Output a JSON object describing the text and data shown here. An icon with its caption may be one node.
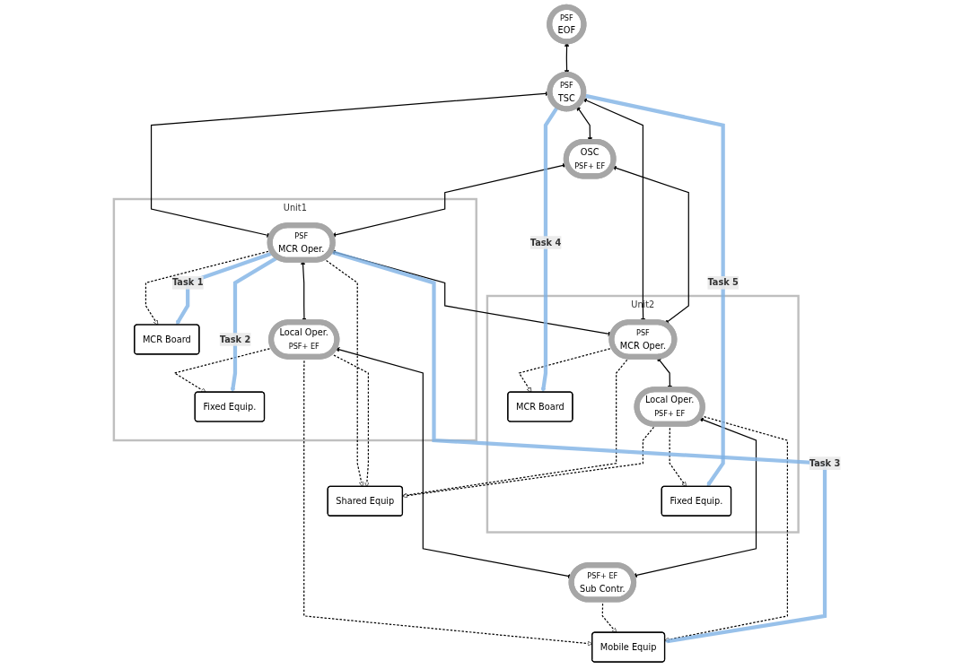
{
  "diagram": {
    "nodes": [
      {
        "text": [
          "PSF",
          "EOF"
        ]
      },
      {
        "text": [
          "PSF",
          "TSC"
        ]
      },
      {
        "text": [
          "Unit1"
        ]
      },
      {
        "text": [
          "PSF",
          "MCR Oper."
        ],
        "in": 2
      },
      {
        "text": [
          "MCR Board"
        ],
        "in": 2
      },
      {
        "text": [
          "Local Oper.",
          "PSF+ EF"
        ],
        "in": 2
      },
      {
        "text": [
          "Fixed Equip."
        ],
        "in": 2
      },
      {
        "text": [
          "OSC",
          "PSF+ EF"
        ]
      },
      {
        "text": [
          "Shared Equip"
        ]
      },
      {
        "text": [
          "Unit2"
        ]
      },
      {
        "text": [
          "PSF",
          "MCR Oper."
        ],
        "in": 9
      },
      {
        "text": [
          "MCR Board"
        ],
        "in": 9
      },
      {
        "text": [
          "Local Oper.",
          "PSF+ EF"
        ],
        "in": 9
      },
      {
        "text": [
          "Fixed Equip."
        ],
        "in": 9
      },
      {
        "text": [
          "PSF+ EF",
          "Sub Contr."
        ]
      },
      {
        "text": [
          "Mobile Equip"
        ]
      }
    ],
    "edges": [
      {
        "from": 0,
        "to": 1,
        "arrow": "both"
      },
      {
        "from": 1,
        "to": 3,
        "arrow": "both"
      },
      {
        "from": 1,
        "to": 7,
        "arrow": "both"
      },
      {
        "from": 1,
        "to": 10,
        "arrow": "both"
      },
      {
        "from": 7,
        "to": 3,
        "arrow": "both"
      },
      {
        "from": 7,
        "to": 10,
        "arrow": "both"
      },
      {
        "from": 3,
        "to": 10,
        "arrow": "both"
      },
      {
        "from": 3,
        "to": 5,
        "arrow": "both"
      },
      {
        "from": 10,
        "to": 12,
        "arrow": "both"
      },
      {
        "from": 5,
        "to": 14,
        "arrow": "both"
      },
      {
        "from": 12,
        "to": 14,
        "arrow": "both"
      },
      {
        "from": 3,
        "to": 4,
        "arrow": "to",
        "style": "dashed"
      },
      {
        "from": 5,
        "to": 6,
        "arrow": "to",
        "style": "dashed"
      },
      {
        "from": 3,
        "to": 8,
        "arrow": "to",
        "style": "dashed"
      },
      {
        "from": 5,
        "to": 8,
        "arrow": "to",
        "style": "dashed"
      },
      {
        "from": 10,
        "to": 11,
        "arrow": "to",
        "style": "dashed"
      },
      {
        "from": 12,
        "to": 13,
        "arrow": "to",
        "style": "dashed"
      },
      {
        "from": 10,
        "to": 8,
        "arrow": "to",
        "style": "dashed"
      },
      {
        "from": 12,
        "to": 8,
        "arrow": "to",
        "style": "dashed"
      },
      {
        "from": 5,
        "to": 15,
        "arrow": "to",
        "style": "dashed"
      },
      {
        "from": 14,
        "to": 15,
        "arrow": "to",
        "style": "dashed"
      },
      {
        "from": 12,
        "to": 15,
        "arrow": "to",
        "style": "dashed"
      },
      {
        "from": 3,
        "to": 4,
        "arrow": "to",
        "label": "Task 1",
        "style": "thick",
        "color": "#7fb2e5"
      },
      {
        "from": 3,
        "to": 6,
        "arrow": "to",
        "label": "Task 2",
        "style": "thick",
        "color": "#7fb2e5"
      },
      {
        "from": 3,
        "to": 15,
        "arrow": "to",
        "label": "Task 3",
        "style": "thick",
        "color": "#7fb2e5"
      },
      {
        "from": 1,
        "to": 11,
        "arrow": "to",
        "label": "Task 4",
        "style": "thick",
        "color": "#7fb2e5"
      },
      {
        "from": 1,
        "to": 13,
        "arrow": "to",
        "label": "Task 5",
        "style": "thick",
        "color": "#7fb2e5"
      }
    ]
  }
}
